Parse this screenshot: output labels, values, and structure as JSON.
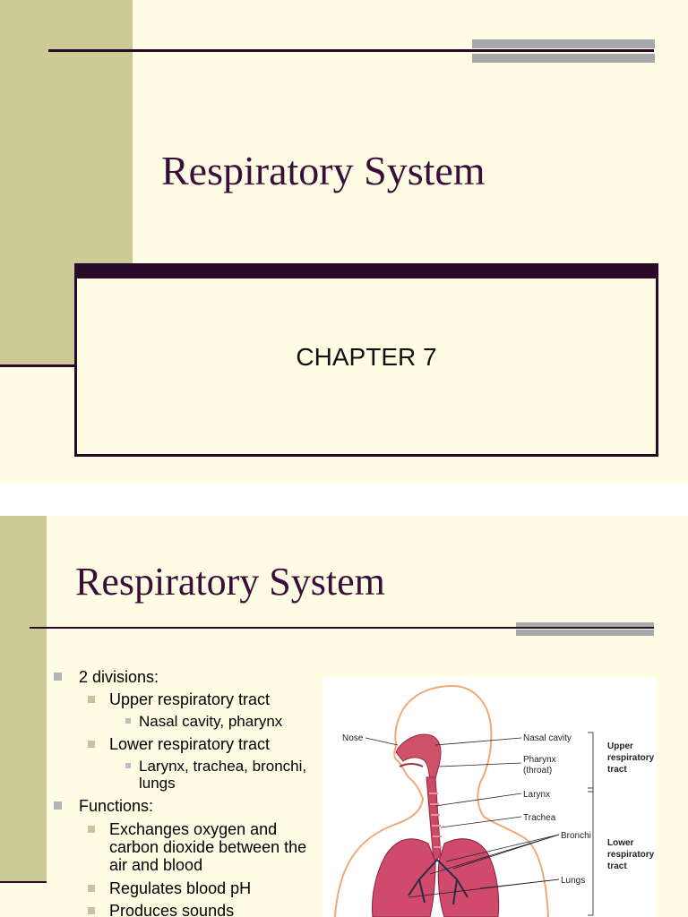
{
  "slide1": {
    "title": "Respiratory System",
    "chapter": "CHAPTER 7"
  },
  "slide2": {
    "title": "Respiratory System",
    "bullets": {
      "divisions": "2 divisions:",
      "upper": "Upper respiratory tract",
      "upper_parts": "Nasal cavity, pharynx",
      "lower": "Lower respiratory tract",
      "lower_parts": "Larynx, trachea, bronchi, lungs",
      "functions": "Functions:",
      "f1": "Exchanges oxygen and carbon dioxide between the air and blood",
      "f2": "Regulates blood pH",
      "f3": "Produces sounds"
    },
    "diagram": {
      "nose": "Nose",
      "nasal_cavity": "Nasal cavity",
      "pharynx": "Pharynx",
      "throat": "(throat)",
      "larynx": "Larynx",
      "trachea": "Trachea",
      "bronchi": "Bronchi",
      "lungs": "Lungs",
      "upper1": "Upper",
      "upper2": "respiratory",
      "upper3": "tract",
      "lower1": "Lower",
      "lower2": "respiratory",
      "lower3": "tract"
    }
  },
  "colors": {
    "background": "#fefde3",
    "sidebar": "#cdca98",
    "rule": "#2a0a2a",
    "title": "#3b0d3b",
    "accent_grey": "#a8a7ab",
    "tissue_pink": "#d0506a"
  }
}
